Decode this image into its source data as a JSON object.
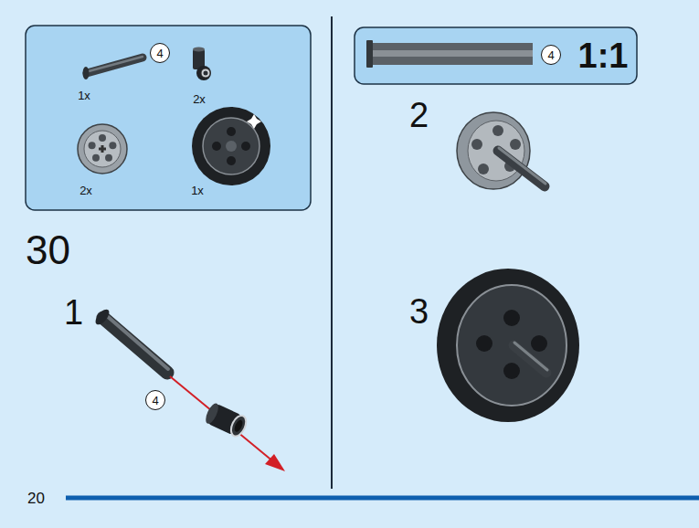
{
  "diagram": {
    "nodes": [
      {
        "text": [
          "1x",
          "2x",
          "2x",
          "1x"
        ]
      },
      {
        "text": [
          "4"
        ],
        "in": 0
      },
      {
        "text": [
          "1:1"
        ]
      },
      {
        "text": [
          "4"
        ],
        "in": 2
      },
      {
        "text": [
          "4"
        ]
      }
    ],
    "labels": [
      "30",
      "1",
      "2",
      "3",
      "20"
    ]
  }
}
